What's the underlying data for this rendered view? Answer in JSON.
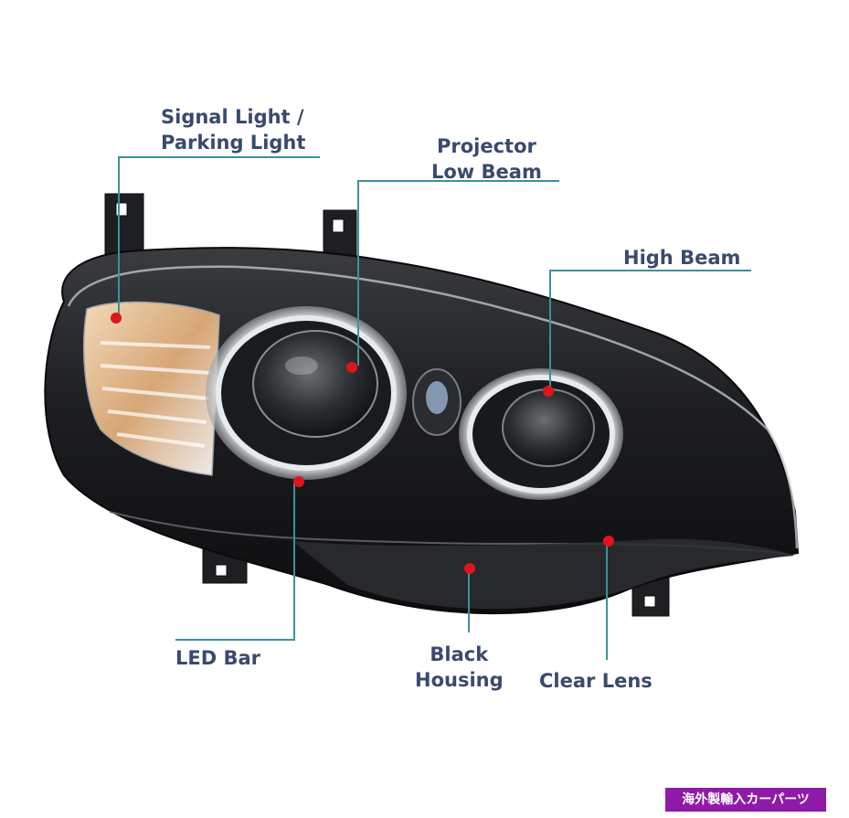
{
  "labels": {
    "signal_light_line1": "Signal Light /",
    "signal_light_line2": "Parking Light",
    "projector_line1": "Projector",
    "projector_line2": "Low Beam",
    "high_beam": "High Beam",
    "led_bar": "LED Bar",
    "black_housing_line1": "Black",
    "black_housing_line2": "Housing",
    "clear_lens": "Clear Lens"
  },
  "watermark": "海外製輸入カーパーツ",
  "colors": {
    "label_text": "#3a4a6e",
    "leader_line": "#3f8f9a",
    "marker_dot": "#e0141c",
    "housing": "#1a1a1c",
    "watermark_bg": "#8f1aa8"
  }
}
